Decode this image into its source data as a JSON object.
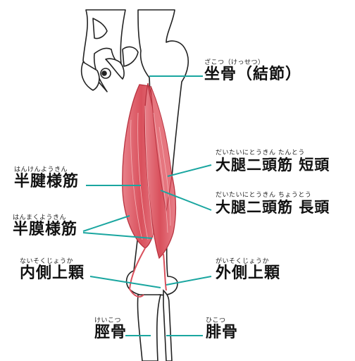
{
  "colors": {
    "muscle": "#e56a73",
    "muscle_dark": "#b8323f",
    "leader": "#1aa6a0",
    "bone": "#ffffff",
    "outline": "#222222"
  },
  "labels": {
    "ischium": {
      "ruby": "ざこつ（けっせつ）",
      "text": "坐骨（結節）"
    },
    "biceps_short": {
      "ruby": "だいたいにとうきん たんとう",
      "text": "大腿二頭筋 短頭"
    },
    "semitend": {
      "ruby": "はんけんようきん",
      "text": "半腱様筋"
    },
    "biceps_long": {
      "ruby": "だいたいにとうきん ちょうとう",
      "text": "大腿二頭筋 長頭"
    },
    "semimemb": {
      "ruby": "はんまくようきん",
      "text": "半膜様筋"
    },
    "medial_epi": {
      "ruby": "ないそくじょうか",
      "text": "内側上顆"
    },
    "lateral_epi": {
      "ruby": "がいそくじょうか",
      "text": "外側上顆"
    },
    "tibia": {
      "ruby": "けいこつ",
      "text": "脛骨"
    },
    "fibula": {
      "ruby": "ひこつ",
      "text": "腓骨"
    }
  }
}
